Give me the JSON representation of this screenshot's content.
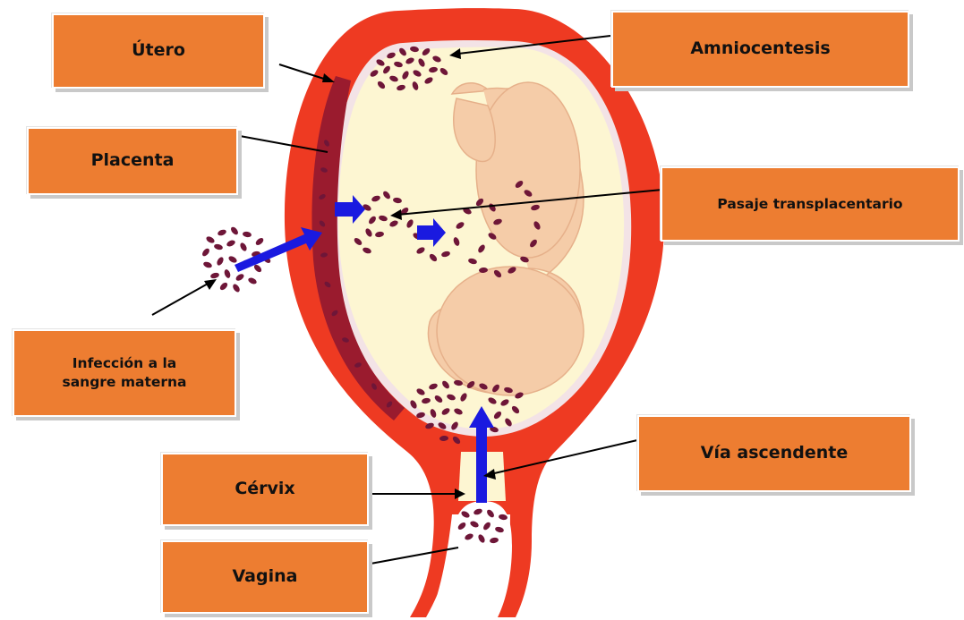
{
  "labels": {
    "utero": "Útero",
    "amniocentesis": "Amniocentesis",
    "placenta": "Placenta",
    "pasaje": "Pasaje transplacentario",
    "infeccion_line1": "Infección a la",
    "infeccion_line2": "sangre materna",
    "via": "Vía ascendente",
    "cervix": "Cérvix",
    "vagina": "Vagina"
  },
  "colors": {
    "label_fill": "#ED7D31",
    "uterus_wall": "#EE3A22",
    "amniotic_fluid": "#FDF6D2",
    "placenta": "#9A1B2E",
    "bacteria": "#6E1638",
    "fetus": "#F5CCA8",
    "arrow_blue": "#1A1AE0"
  }
}
